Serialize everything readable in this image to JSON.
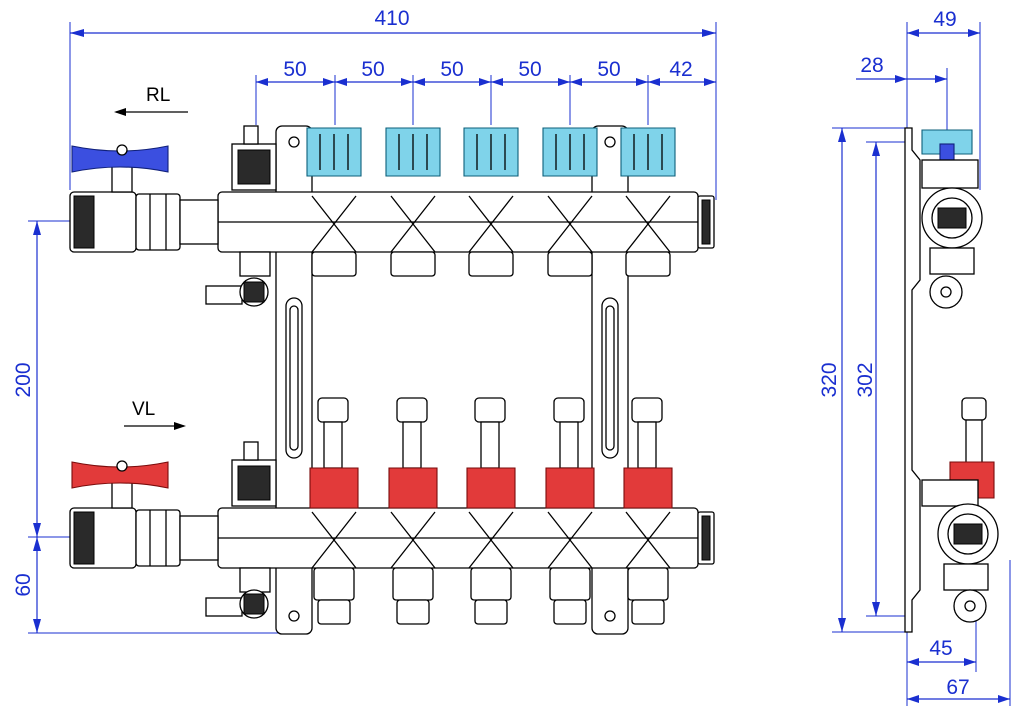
{
  "labels": {
    "return_label": "RL",
    "flow_label": "VL"
  },
  "dimensions": {
    "front": {
      "total_width": "410",
      "outlet_spacing": [
        "50",
        "50",
        "50",
        "50",
        "50"
      ],
      "end_spacing": "42",
      "bar_spacing": "200",
      "bottom_height": "60"
    },
    "side": {
      "top_width": "49",
      "top_offset": "28",
      "total_height": "320",
      "inner_height": "302",
      "lower_width": "45",
      "bottom_width": "67"
    }
  },
  "colors": {
    "dimension": "#1a2fd0",
    "return_cap": "#7fd3ea",
    "flow_cap": "#e23a3a",
    "return_handle": "#3b4fe0",
    "flow_handle": "#e23a3a"
  },
  "icons": {
    "flow_arrow": "arrow-right-icon"
  }
}
